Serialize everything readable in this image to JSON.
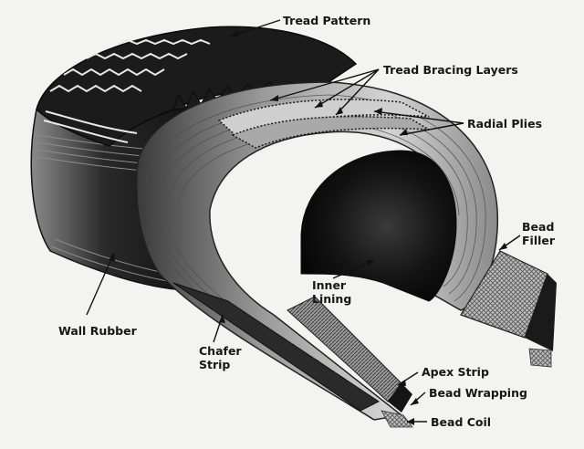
{
  "diagram": {
    "labels": {
      "tread_pattern": "Tread Pattern",
      "tread_bracing_layers": "Tread Bracing Layers",
      "radial_plies": "Radial Plies",
      "bead_filler_line1": "Bead",
      "bead_filler_line2": "Filler",
      "inner_lining_line1": "Inner",
      "inner_lining_line2": "Lining",
      "wall_rubber": "Wall Rubber",
      "chafer_strip_line1": "Chafer",
      "chafer_strip_line2": "Strip",
      "apex_strip": "Apex Strip",
      "bead_wrapping": "Bead Wrapping",
      "bead_coil": "Bead Coil"
    },
    "colors": {
      "background": "#f3f3f1",
      "rubber_dark": "#151515",
      "ply_mid": "#6b6b6b",
      "ply_light": "#c8c8c8",
      "label_text": "#161616"
    }
  }
}
